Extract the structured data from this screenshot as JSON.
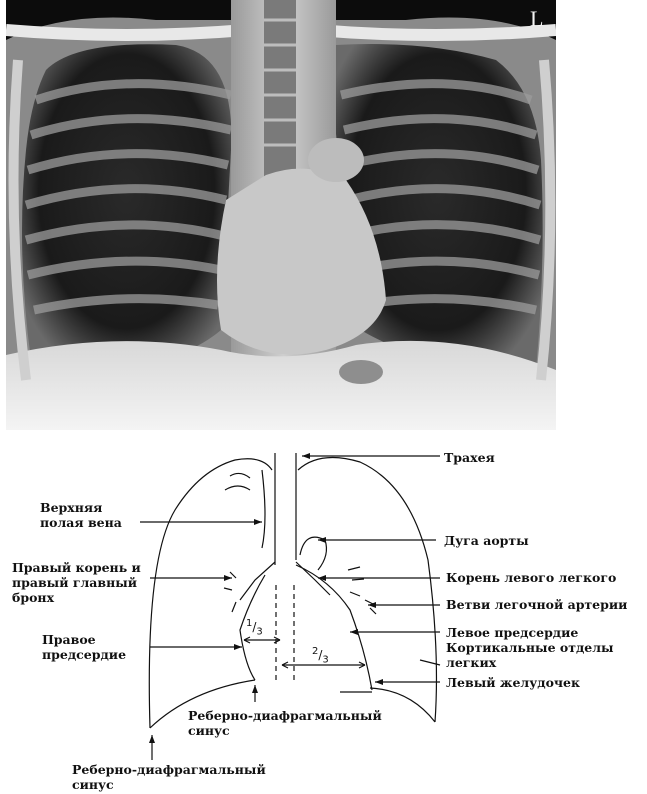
{
  "xray": {
    "side_marker": "L"
  },
  "labels": {
    "trachea": "Трахея",
    "svc_line1": "Верхняя",
    "svc_line2": "полая вена",
    "aortic_arch": "Дуга аорты",
    "right_root_line1": "Правый корень и",
    "right_root_line2": "правый главный",
    "right_root_line3": "бронх",
    "left_root": "Корень левого легкого",
    "pulm_branches": "Ветви легочной артерии",
    "right_atrium_line1": "Правое",
    "right_atrium_line2": "предсердие",
    "left_atrium": "Левое предсердие",
    "cortical_line1": "Кортикальные отделы",
    "cortical_line2": "легких",
    "left_ventricle": "Левый желудочек",
    "sinus_inner_line1": "Реберно-диафрагмальный",
    "sinus_inner_line2": "синус",
    "sinus_outer_line1": "Реберно-диафрагмальный",
    "sinus_outer_line2": "синус",
    "frac_left_num": "1",
    "frac_left_den": "3",
    "frac_right_num": "2",
    "frac_right_den": "3"
  }
}
